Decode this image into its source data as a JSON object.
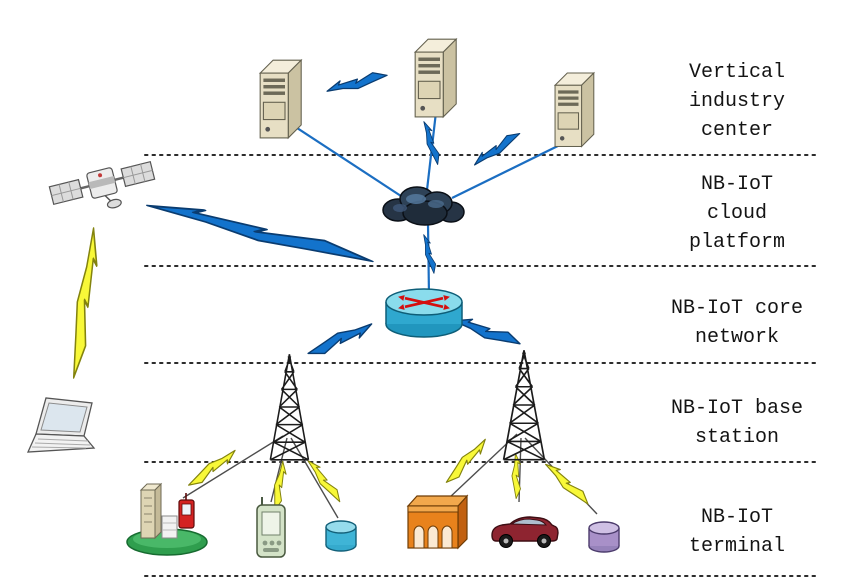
{
  "labels": {
    "vertical_industry_center": "Vertical\nindustry\ncenter",
    "nbiot_cloud_platform": "NB-IoT\ncloud\nplatform",
    "nbiot_core_network": "NB-IoT core\nnetwork",
    "nbiot_base_station": "NB-IoT base\nstation",
    "nbiot_terminal": "NB-IoT\nterminal"
  },
  "layers": [
    {
      "name": "vertical-industry-center",
      "label": "Vertical industry center",
      "nodes": [
        "server-1",
        "server-2",
        "server-3"
      ]
    },
    {
      "name": "nbiot-cloud-platform",
      "label": "NB-IoT cloud platform",
      "nodes": [
        "cloud"
      ]
    },
    {
      "name": "nbiot-core-network",
      "label": "NB-IoT core network",
      "nodes": [
        "core-router"
      ]
    },
    {
      "name": "nbiot-base-station",
      "label": "NB-IoT base station",
      "nodes": [
        "base-station-left",
        "base-station-right"
      ]
    },
    {
      "name": "nbiot-terminal",
      "label": "NB-IoT terminal",
      "nodes": [
        "smart-city-terminal",
        "handheld-terminal",
        "small-tank-terminal",
        "building-terminal",
        "car-terminal",
        "storage-tank-terminal"
      ]
    }
  ],
  "side_nodes": [
    "satellite",
    "laptop"
  ],
  "icons": {
    "server": "server-tower-icon",
    "cloud": "dark-cloud-icon",
    "core-router": "cyan-cylinder-router-with-red-arrows-icon",
    "base-station": "lattice-antenna-tower-icon",
    "satellite": "satellite-with-solar-panels-icon",
    "laptop": "laptop-icon",
    "smart-city-terminal": "city-on-green-base-with-red-meter-icon",
    "handheld-terminal": "green-pda-icon",
    "small-tank-terminal": "cyan-cylinder-icon",
    "building-terminal": "orange-building-icon",
    "car-terminal": "dark-red-car-icon",
    "storage-tank-terminal": "purple-cylinder-icon",
    "lightning_blue": "blue-lightning-bolt",
    "lightning_yellow": "yellow-lightning-bolt"
  },
  "colors": {
    "background": "#ffffff",
    "lightning_blue": "#1373cc",
    "lightning_yellow": "#f8f838",
    "link_blue": "#1b6ec2",
    "link_dark": "#4d4d4d",
    "separator": "#2b2b2b",
    "router_cyan": "#2fa8cf",
    "server_beige": "#e7dfc4",
    "cloud_dark": "#1f2c3a",
    "terminal_green_base": "#2f9e4e",
    "building_orange": "#e8821c",
    "car_dark_red": "#8e2430",
    "tank_purple": "#a08cc4",
    "label_text": "#141414"
  },
  "links": [
    {
      "from": "server-1",
      "to": "server-2",
      "type": "lightning",
      "color": "blue"
    },
    {
      "from": "server-1",
      "to": "cloud",
      "type": "line",
      "color": "blue"
    },
    {
      "from": "server-2",
      "to": "cloud",
      "type": "line+lightning",
      "color": "blue"
    },
    {
      "from": "server-3",
      "to": "cloud",
      "type": "line+lightning",
      "color": "blue"
    },
    {
      "from": "satellite",
      "to": "cloud",
      "type": "lightning",
      "color": "blue"
    },
    {
      "from": "cloud",
      "to": "core-router",
      "type": "line+lightning",
      "color": "blue"
    },
    {
      "from": "core-router",
      "to": "base-station-left",
      "type": "lightning",
      "color": "blue"
    },
    {
      "from": "core-router",
      "to": "base-station-right",
      "type": "lightning",
      "color": "blue"
    },
    {
      "from": "satellite",
      "to": "laptop",
      "type": "lightning",
      "color": "yellow"
    },
    {
      "from": "base-station-left",
      "to": "smart-city-terminal",
      "type": "line+lightning",
      "color": "yellow"
    },
    {
      "from": "base-station-left",
      "to": "handheld-terminal",
      "type": "line+lightning",
      "color": "yellow"
    },
    {
      "from": "base-station-left",
      "to": "small-tank-terminal",
      "type": "line+lightning",
      "color": "yellow"
    },
    {
      "from": "base-station-right",
      "to": "building-terminal",
      "type": "line+lightning",
      "color": "yellow"
    },
    {
      "from": "base-station-right",
      "to": "car-terminal",
      "type": "line+lightning",
      "color": "yellow"
    },
    {
      "from": "base-station-right",
      "to": "storage-tank-terminal",
      "type": "line+lightning",
      "color": "yellow"
    }
  ]
}
